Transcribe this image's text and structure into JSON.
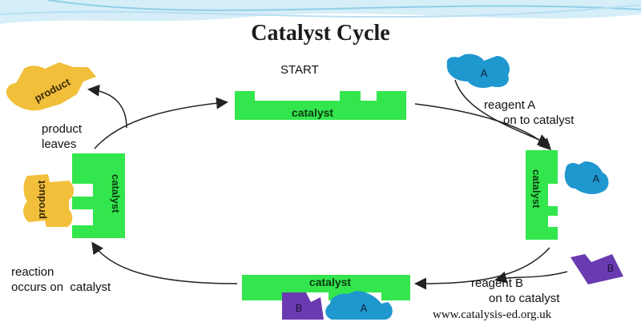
{
  "title": "Catalyst Cycle",
  "labels": {
    "start": "START",
    "reagent_a": "reagent A",
    "reagent_a_2": "on to catalyst",
    "reagent_b": "reagent B",
    "reagent_b_2": "on to catalyst",
    "reaction": "reaction",
    "reaction_2": "occurs on  catalyst",
    "product_leaves": "product",
    "product_leaves_2": "leaves"
  },
  "shapes": {
    "catalyst": "catalyst",
    "product": "product",
    "a": "A",
    "b": "B"
  },
  "footer": "www.catalysis-ed.org.uk",
  "colors": {
    "catalyst": "#33e64d",
    "reagent_a": "#1f97cf",
    "reagent_b": "#6a3bb0",
    "product": "#f1bf3a",
    "arrow": "#222222",
    "header_wave": "#8fcfe8"
  }
}
